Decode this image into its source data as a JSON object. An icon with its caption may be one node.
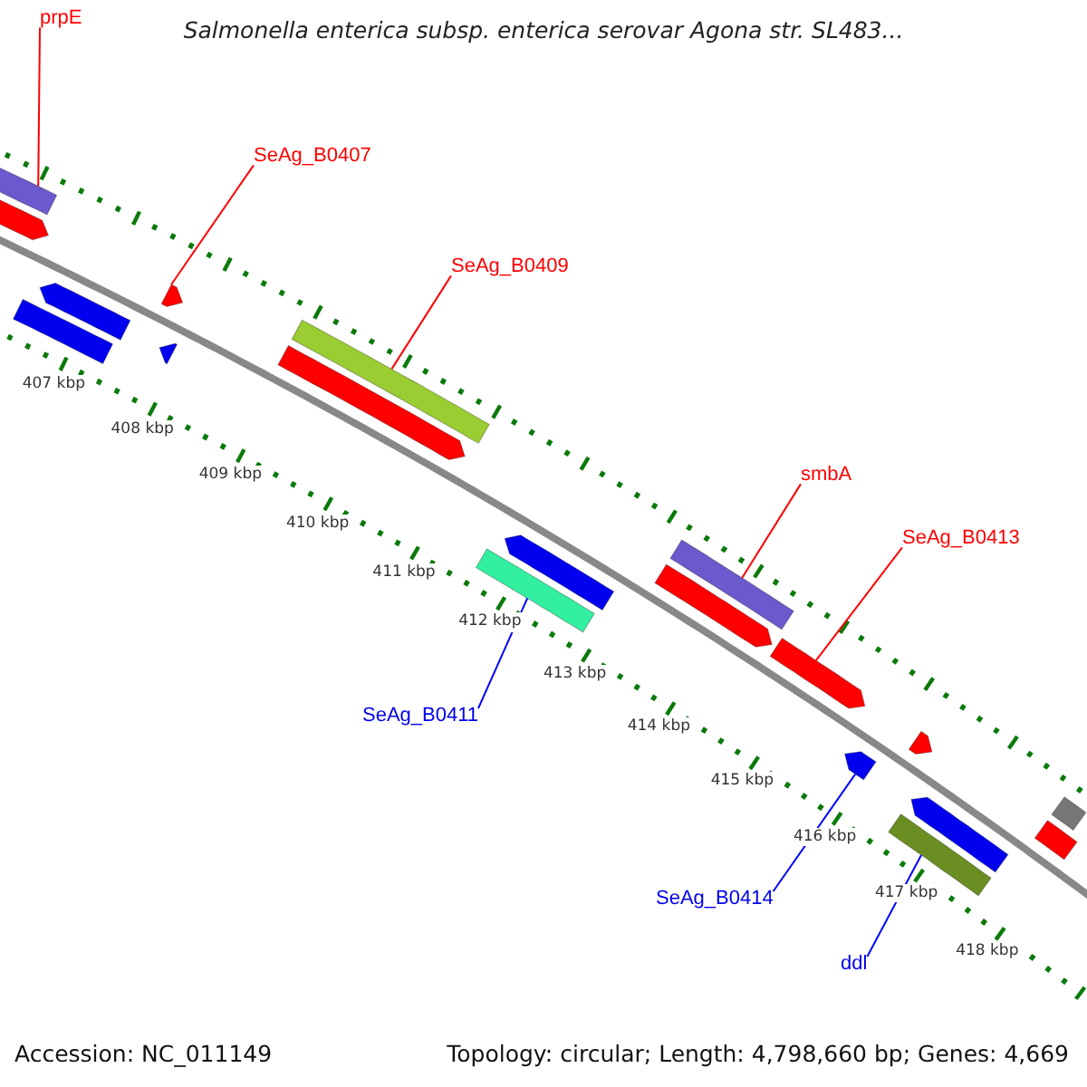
{
  "diagram": {
    "title": "Salmonella enterica subsp. enterica serovar Agona str. SL483...",
    "nodes": [
      {
        "text": [
          "prpE"
        ]
      },
      {
        "text": [],
        "shape": "bar"
      },
      {
        "text": [
          "SeAg_B0407"
        ]
      },
      {
        "text": [],
        "shape": "bar"
      },
      {
        "text": [
          "SeAg_B0409"
        ]
      },
      {
        "text": [],
        "shape": "bar"
      },
      {
        "text": [
          "smbA"
        ]
      },
      {
        "text": [],
        "shape": "bar"
      },
      {
        "text": [
          "SeAg_B0413"
        ]
      },
      {
        "text": [],
        "shape": "bar"
      },
      {
        "text": [
          "SeAg_B0411"
        ]
      },
      {
        "text": [],
        "shape": "bar"
      },
      {
        "text": [
          "SeAg_B0414"
        ]
      },
      {
        "text": [],
        "shape": "bar"
      },
      {
        "text": [
          "ddl"
        ]
      },
      {
        "text": [],
        "shape": "bar"
      },
      {
        "text": [],
        "shape": "bar"
      },
      {
        "text": [],
        "shape": "bar"
      },
      {
        "text": [],
        "shape": "bar"
      },
      {
        "text": [],
        "shape": "bar"
      },
      {
        "text": [],
        "shape": "bar"
      },
      {
        "text": [],
        "shape": "bar"
      },
      {
        "text": [],
        "shape": "bar"
      },
      {
        "text": [],
        "shape": "bar"
      },
      {
        "text": [],
        "shape": "bar"
      },
      {
        "text": [],
        "shape": "bar"
      },
      {
        "text": [],
        "shape": "bar"
      }
    ],
    "edges": [
      {
        "from": 0,
        "to": 1,
        "arrow": "none"
      },
      {
        "from": 2,
        "to": 3,
        "arrow": "none"
      },
      {
        "from": 4,
        "to": 5,
        "arrow": "none"
      },
      {
        "from": 6,
        "to": 7,
        "arrow": "none"
      },
      {
        "from": 8,
        "to": 9,
        "arrow": "none"
      },
      {
        "from": 10,
        "to": 11,
        "arrow": "none",
        "color": "#0000ff"
      },
      {
        "from": 12,
        "to": 13,
        "arrow": "none",
        "color": "#0000ff"
      },
      {
        "from": 14,
        "to": 15,
        "arrow": "none",
        "color": "#0000ff"
      }
    ],
    "labels": [
      "407 kbp",
      "408 kbp",
      "409 kbp",
      "410 kbp",
      "411 kbp",
      "412 kbp",
      "413 kbp",
      "414 kbp",
      "415 kbp",
      "416 kbp",
      "417 kbp",
      "418 kbp",
      "Accession: NC_011149",
      "Topology: circular; Length: 4,798,660 bp; Genes: 4,669"
    ]
  }
}
